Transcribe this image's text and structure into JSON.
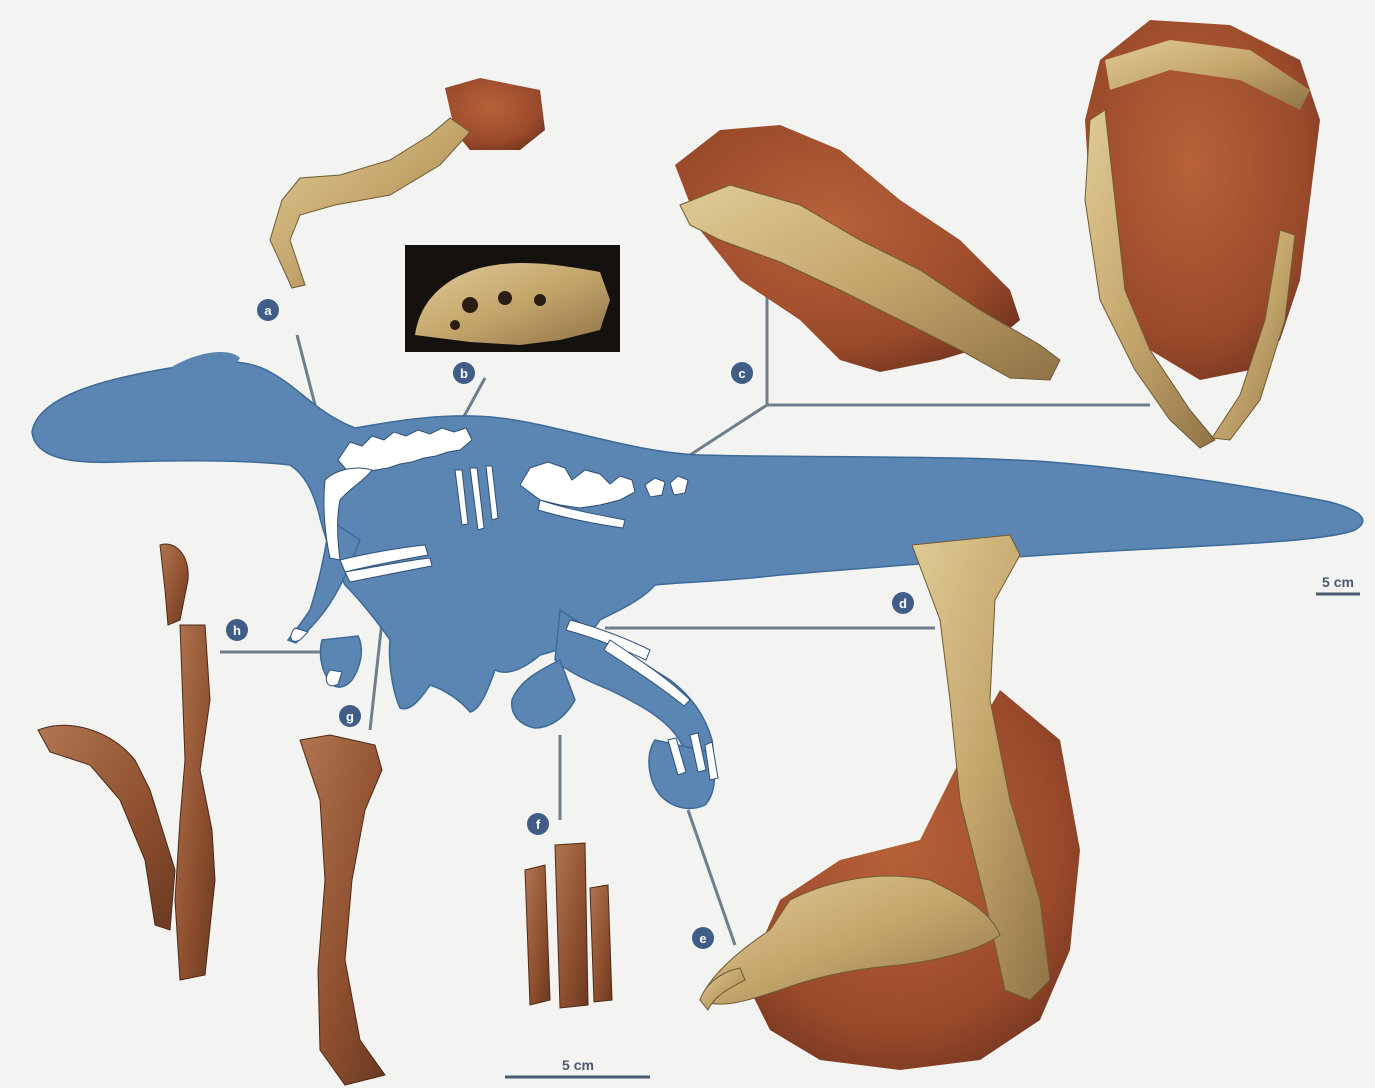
{
  "labels": {
    "a": "a",
    "b": "b",
    "c": "c",
    "d": "d",
    "e": "e",
    "f": "f",
    "g": "g",
    "h": "h"
  },
  "scale_bars": {
    "silhouette": "5 cm",
    "fossils": "5 cm"
  },
  "colors": {
    "silhouette": "#5b86b3",
    "silhouette_edge": "#3d6a98",
    "bone": "#ffffff",
    "leader_line": "#6f7e8c",
    "label_disc": "#3f5d86",
    "matrix_red": "#a4502c",
    "fossil_tan": "#c9ae78",
    "fossil_brown": "#8a4d2c",
    "background": "#f3f4f1"
  }
}
